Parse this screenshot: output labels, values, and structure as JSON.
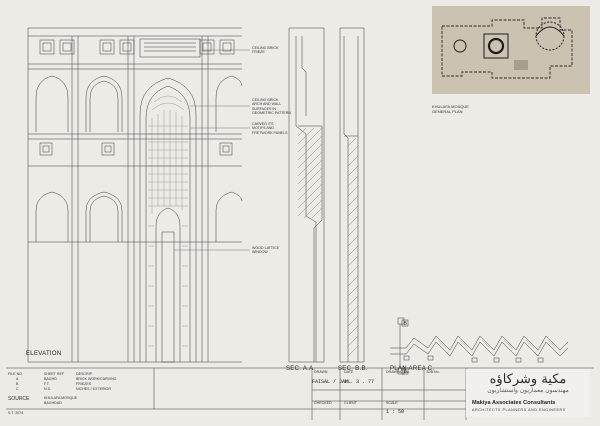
{
  "drawing": {
    "views": {
      "elevation": "ELEVATION",
      "section_aa": "SEC. A.A.",
      "section_bb": "SEC. B.B.",
      "plan_area_c": "PLAN AREA C."
    },
    "notes": {
      "ceiling_brick_frieze": [
        "CEILING BRICK",
        "FRIEZE"
      ],
      "ceiling_brick_arch": [
        "CEILING BRICK",
        "ARCH AND WALL",
        "SURFACES IN",
        "GEOMETRIC PATTERN"
      ],
      "carved_motifs": [
        "CARVED ITS",
        "MOTIFS AND",
        "FRETWORK PANELS"
      ],
      "wood_lattice_window": [
        "WOOD LATTICE",
        "WINDOW"
      ]
    },
    "section_markers": {
      "a": "A",
      "b": "B"
    },
    "photo_caption": [
      "KHULAFA MOSQUE",
      "GENERAL PLAN"
    ]
  },
  "title_block": {
    "file_no": "FILE NO.",
    "sheet_ref": "SHEET REF",
    "descrip": "DESCRIP.",
    "rows": [
      {
        "key": "A",
        "code": "BAGHD",
        "desc": "BRICK WORK/CARVING"
      },
      {
        "key": "B",
        "code": "F.T.",
        "desc": "FRIEZES"
      },
      {
        "key": "C",
        "code": "N.S.",
        "desc": "NICHES / EXTERIOR"
      }
    ],
    "source_label": "SOURCE",
    "source_value": [
      "KHULAFA MOSQUE",
      "BAGHDAD"
    ],
    "sheet_id": "S.T. 2074",
    "drawn_label": "DRAWN",
    "drawn_value": "FAISAL / JAML",
    "date_label": "DATE",
    "date_value": "1 . 3 . 77",
    "drawing_no_label": "DRAWING No.",
    "job_no_label": "JOB No.",
    "checked_label": "CHECKED",
    "scale_label": "SCALE",
    "scale_value": "1 : 50",
    "client_label": "CLIENT"
  },
  "company": {
    "arabic_name": "مكية وشركاؤه",
    "arabic_sub": "مهندسون معماريون واستشاريون",
    "name": "Makiya Associates Consultants",
    "tagline": "ARCHITECTS PLANNERS AND ENGINEERS"
  }
}
